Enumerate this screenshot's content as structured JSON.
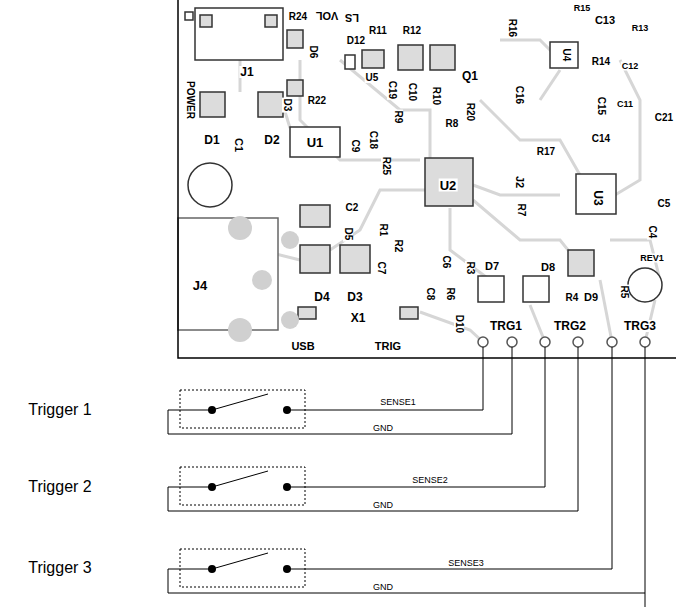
{
  "diagram": {
    "labels": [
      "POWER",
      "J1",
      "R24",
      "D6",
      "VOL",
      "LS",
      "R11",
      "R12",
      "D12",
      "U5",
      "R16",
      "R15",
      "C13",
      "R13",
      "U4",
      "R14",
      "C12",
      "D1",
      "D2",
      "D3",
      "R22",
      "U1",
      "C9",
      "C18",
      "R9",
      "C19",
      "C10",
      "R10",
      "Q1",
      "R20",
      "C16",
      "R8",
      "C15",
      "C11",
      "C21",
      "C14",
      "R17",
      "C1",
      "R25",
      "U2",
      "J2",
      "R7",
      "U3",
      "C5",
      "C4",
      "REV1",
      "C2",
      "D5",
      "R1",
      "R2",
      "C7",
      "C6",
      "R3",
      "R6",
      "C8",
      "D7",
      "D8",
      "R4",
      "D9",
      "R5",
      "D10",
      "TRG1",
      "TRG2",
      "TRG3",
      "J4",
      "D4",
      "D3",
      "X1",
      "USB",
      "TRIG",
      "Trigger 1",
      "SENSE1",
      "GND",
      "Trigger 2",
      "SENSE2",
      "GND",
      "Trigger 3",
      "SENSE3",
      "GND"
    ]
  }
}
